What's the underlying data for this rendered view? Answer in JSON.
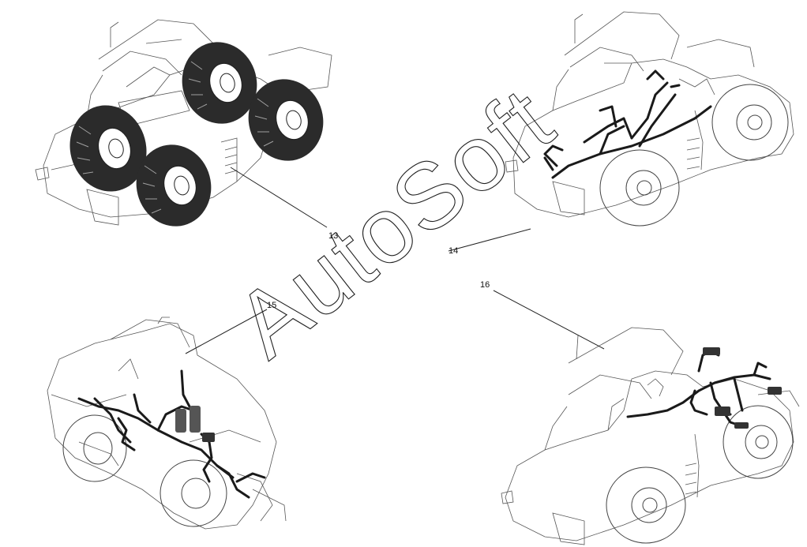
{
  "watermark": {
    "text": "AutoSoft"
  },
  "callouts": [
    {
      "id": "c13",
      "label": "13"
    },
    {
      "id": "c14",
      "label": "14"
    },
    {
      "id": "c15",
      "label": "15"
    },
    {
      "id": "c16",
      "label": "16"
    }
  ],
  "colors": {
    "line": "#555555",
    "ink": "#1a1a1a",
    "background": "#ffffff"
  }
}
